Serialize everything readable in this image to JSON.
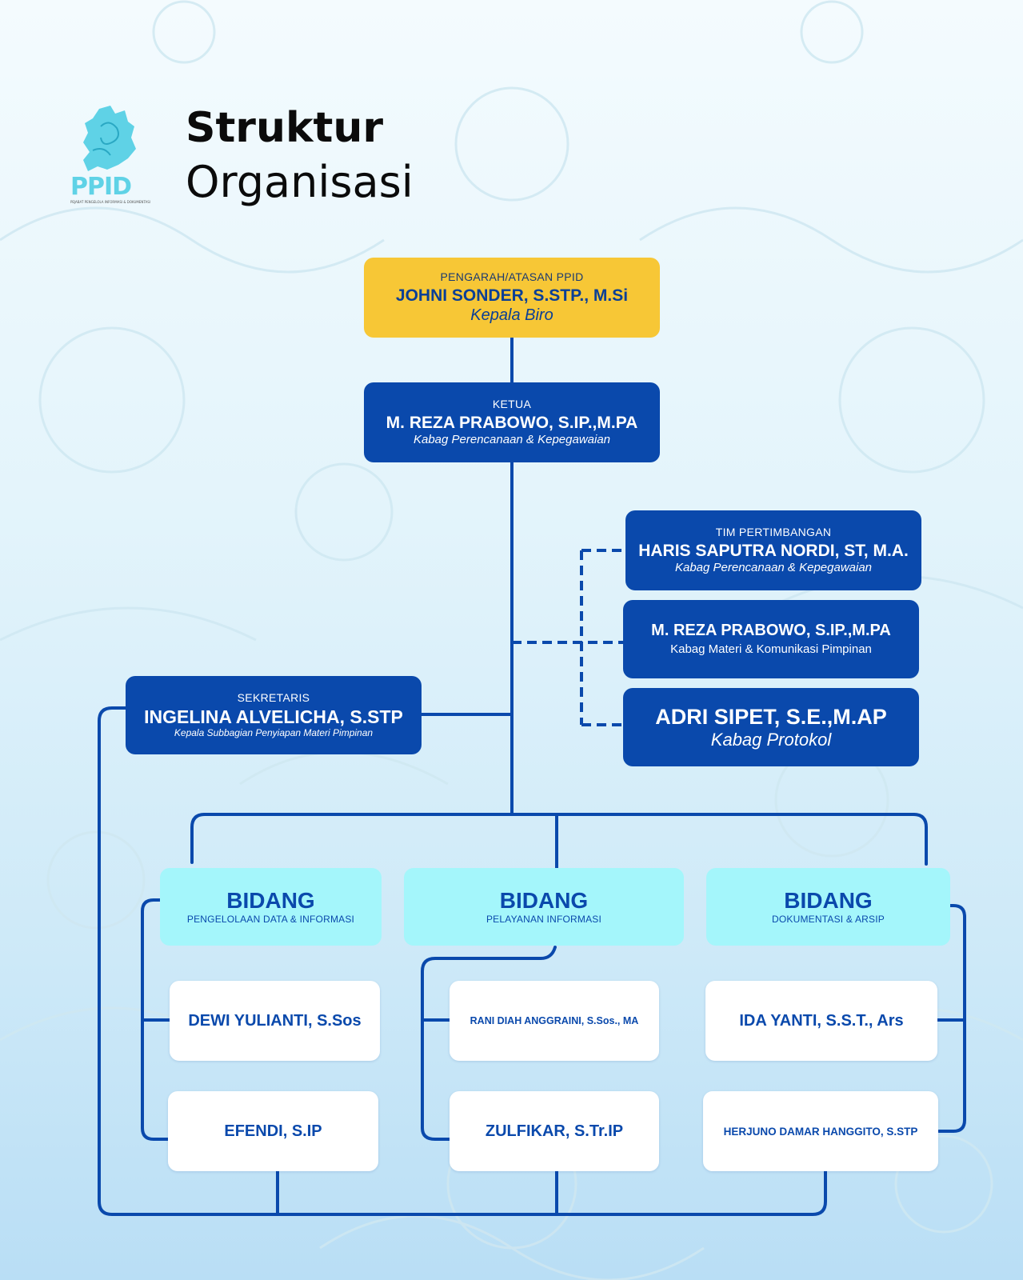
{
  "header": {
    "logo_text": "PPID",
    "logo_caption": "PEJABAT PENGELOLA INFORMASI & DOKUMENTASI",
    "title_line1": "Struktur",
    "title_line2": "Organisasi"
  },
  "pengarah": {
    "role": "PENGARAH/ATASAN PPID",
    "name": "JOHNI SONDER, S.STP., M.Si",
    "position": "Kepala Biro"
  },
  "ketua": {
    "role": "KETUA",
    "name": "M. REZA PRABOWO, S.IP.,M.PA",
    "position": "Kabag Perencanaan & Kepegawaian"
  },
  "tim_pertimbangan": {
    "role": "TIM PERTIMBANGAN",
    "members": [
      {
        "name": "HARIS SAPUTRA NORDI, ST, M.A.",
        "position": "Kabag Perencanaan & Kepegawaian"
      },
      {
        "name": "M. REZA PRABOWO, S.IP.,M.PA",
        "position": "Kabag Materi & Komunikasi Pimpinan"
      },
      {
        "name": "ADRI SIPET, S.E.,M.AP",
        "position": "Kabag Protokol"
      }
    ]
  },
  "sekretaris": {
    "role": "SEKRETARIS",
    "name": "INGELINA ALVELICHA, S.STP",
    "position": "Kepala Subbagian Penyiapan Materi Pimpinan"
  },
  "bidang": [
    {
      "title": "BIDANG",
      "subtitle": "PENGELOLAAN DATA & INFORMASI",
      "members": [
        "DEWI YULIANTI, S.Sos",
        "EFENDI, S.IP"
      ]
    },
    {
      "title": "BIDANG",
      "subtitle": "PELAYANAN INFORMASI",
      "members": [
        "RANI DIAH ANGGRAINI, S.Sos., MA",
        "ZULFIKAR, S.Tr.IP"
      ]
    },
    {
      "title": "BIDANG",
      "subtitle": "DOKUMENTASI & ARSIP",
      "members": [
        "IDA YANTI, S.S.T., Ars",
        "HERJUNO DAMAR HANGGITO, S.STP"
      ]
    }
  ],
  "colors": {
    "navy": "#0a49ac",
    "gold": "#f7c736",
    "cyan": "#a4f6fb",
    "line": "#0a49ac",
    "logo": "#5fd2e6"
  }
}
